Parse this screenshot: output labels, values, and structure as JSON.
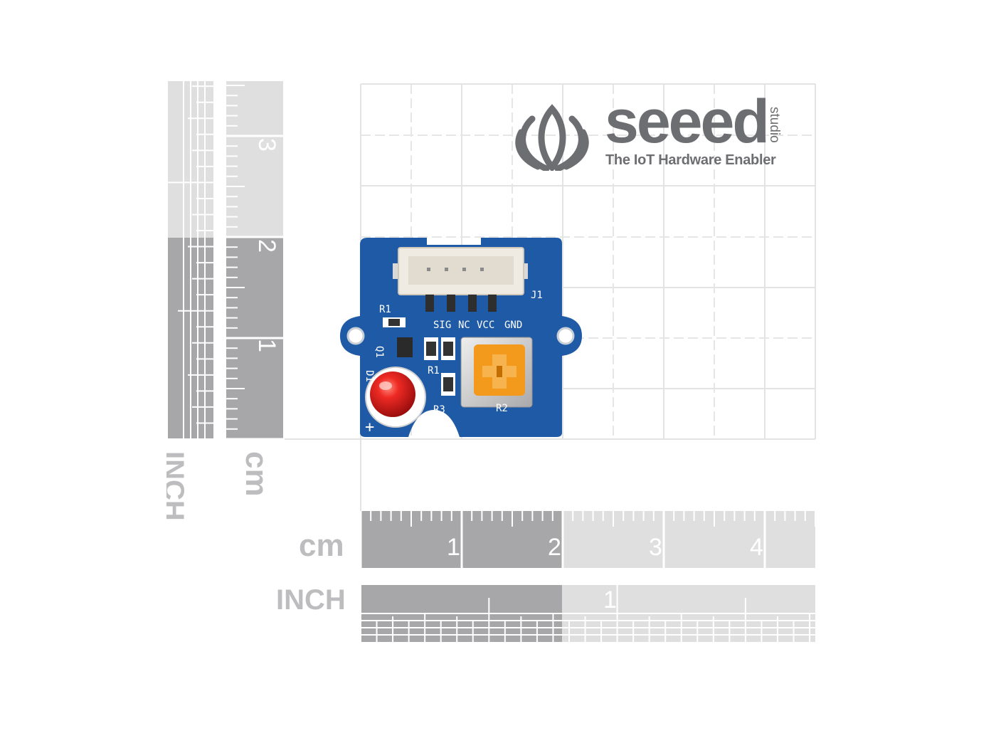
{
  "logo": {
    "brand": "seeed",
    "studio": "studio",
    "tagline": "The IoT Hardware Enabler",
    "color": "#6d6e71"
  },
  "rulers": {
    "cm_label": "cm",
    "inch_label": "INCH",
    "cm_ticks": [
      "1",
      "2",
      "3",
      "4"
    ],
    "vertical_cm_ticks": [
      "1",
      "2",
      "3"
    ],
    "inch_ticks": [
      "1"
    ],
    "dark_color": "#a7a7a9",
    "light_color": "#e0dfe0"
  },
  "board": {
    "pcb_color": "#1f5aa6",
    "labels": {
      "sig": "SIG",
      "nc": "NC",
      "vcc": "VCC",
      "gnd": "GND",
      "j1": "J1",
      "r1_top": "R1",
      "q1": "Q1",
      "r1": "R1",
      "r2": "R2",
      "r3": "R3",
      "d1": "D1",
      "plus": "+"
    }
  }
}
